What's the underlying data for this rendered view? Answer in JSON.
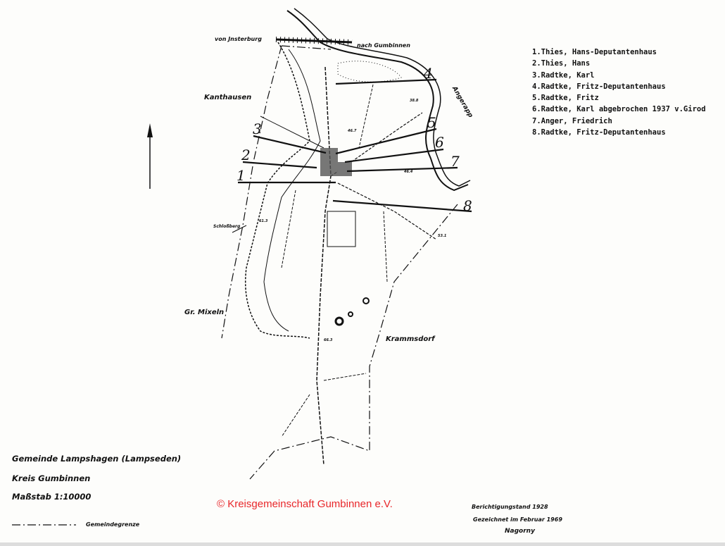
{
  "map": {
    "places": {
      "von_insterburg": "von Jnsterburg",
      "nach_gumbinnen": "nach Gumbinnen",
      "kanthausen": "Kanthausen",
      "schlossberg": "Schloßberg",
      "gr_mixeln": "Gr. Mixeln",
      "krammsdorf": "Krammsdorf",
      "angerapp": "Angerapp"
    },
    "elevations": [
      "38.8",
      "46.7",
      "46.4",
      "61.3",
      "53.1",
      "66.3"
    ],
    "markers": [
      "1",
      "2",
      "3",
      "4",
      "5",
      "6",
      "7",
      "8"
    ]
  },
  "legend": [
    "1.Thies, Hans-Deputantenhaus",
    "2.Thies, Hans",
    "3.Radtke, Karl",
    "4.Radtke, Fritz-Deputantenhaus",
    "5.Radtke, Fritz",
    "6.Radtke, Karl abgebrochen 1937 v.Girod",
    "7.Anger, Friedrich",
    "8.Radtke, Fritz-Deputantenhaus"
  ],
  "title_block": {
    "gemeinde": "Gemeinde Lampshagen (Lampseden)",
    "kreis": "Kreis Gumbinnen",
    "massstab": "Maßstab 1:10000",
    "boundary_legend": "Gemeindegrenze"
  },
  "credits": {
    "berichtigung": "Berichtigungstand 1928",
    "gezeichnet": "Gezeichnet im Februar 1969",
    "author": "Nagorny"
  },
  "copyright": "© Kreisgemeinschaft Gumbinnen e.V.",
  "colors": {
    "ink": "#111111",
    "copyright": "#e8262a"
  }
}
